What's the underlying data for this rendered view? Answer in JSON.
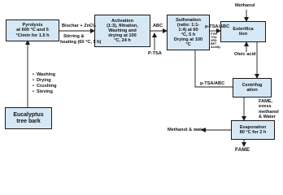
{
  "boxes": {
    "pyrolysis": [
      "Pyrolysis",
      "at 600 °C  and 5",
      "°C/min for 1.5 h"
    ],
    "activation": [
      "Activation",
      "(1:3), filtration,",
      "Washing and",
      "drying at 100",
      "°C, 24 h"
    ],
    "sulfonation": [
      "Sulfonation",
      "(ratio: 1:1-",
      "1:4) at 60",
      "°C, 5 h",
      "Drying at 100",
      "°C"
    ],
    "esterification": [
      "Esterifica",
      "tion"
    ],
    "centrifugation": [
      "Centrifug",
      "ation"
    ],
    "evaporation": [
      "Evaporation",
      "80 °C for 2 h"
    ],
    "eucalyptus": [
      "Eucalyptus",
      "tree bark"
    ]
  },
  "characterization": [
    "FTIR",
    "TGA",
    "XRD",
    "BET",
    "Acidity"
  ],
  "pretreatment": [
    "Washing",
    "Drying",
    "Crushing",
    "Sieving"
  ],
  "labels": {
    "biochar_zncl2": "Biochar + ZnCl₂",
    "stirring": "Stirring &",
    "heating": "heating (60 °C, 5 h)",
    "abc": "ABC",
    "ptsa": "P-TSA",
    "ptsa_abc_out": "p-TSA/ABC",
    "methanol": "Methanol",
    "oleic_acid": "Oleic acid",
    "ptsa_abc_recycle": "p-TSA/ABC",
    "fame_mix": [
      "FAME,",
      "exess",
      "methanol",
      "& Water"
    ],
    "methanol_water": "Methanol & water",
    "fame": "FAME"
  },
  "colors": {
    "box_fill": "#d6e8f5",
    "line": "#1a1a1a"
  }
}
